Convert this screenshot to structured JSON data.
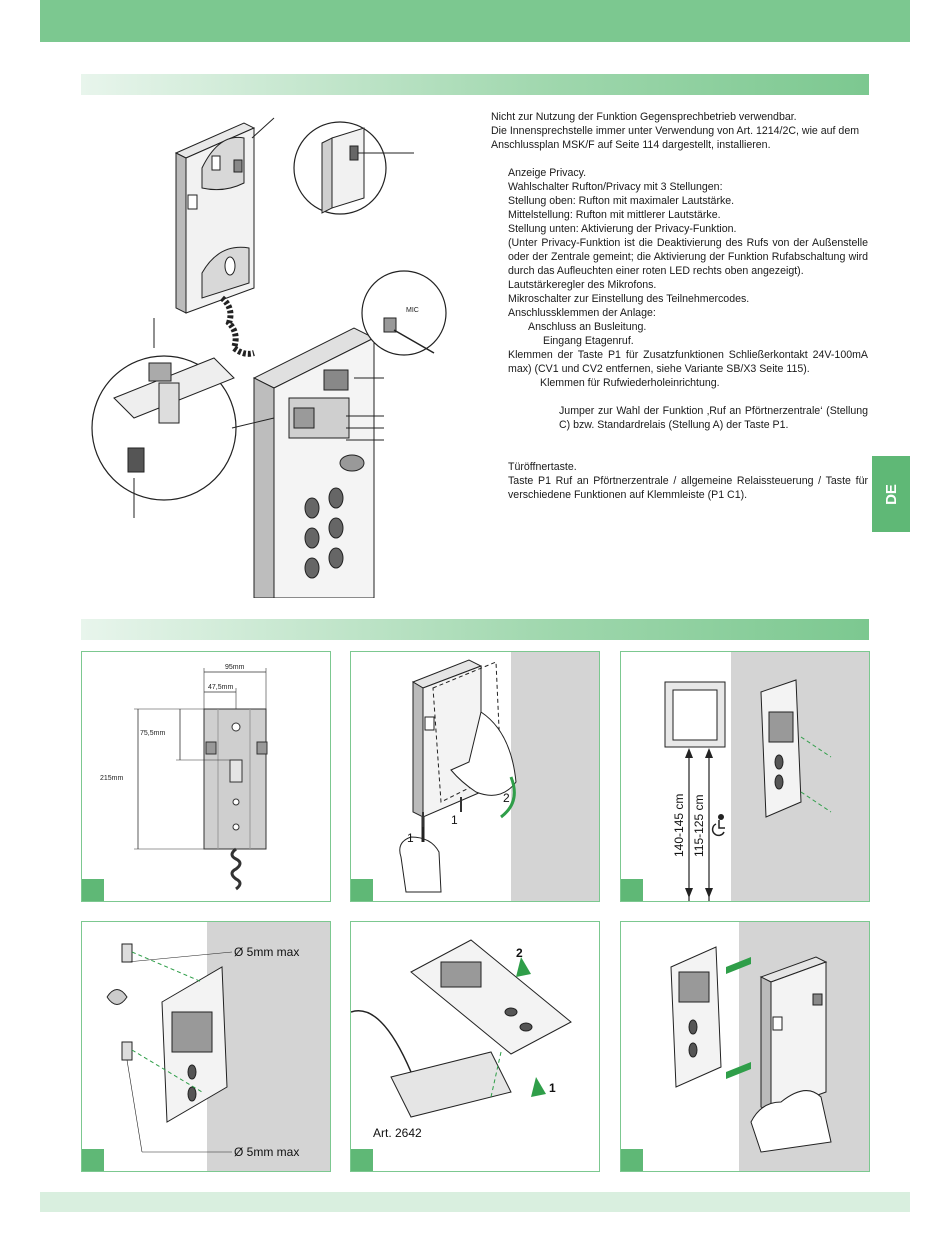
{
  "language_tab": "DE",
  "description": {
    "intro": [
      "Nicht zur Nutzung der Funktion Gegensprechbetrieb verwendbar.",
      "Die Innensprechstelle immer unter Verwendung von Art. 1214/2C, wie auf dem Anschlussplan MSK/F auf Seite 114 dargestellt, installieren."
    ],
    "items": [
      "Anzeige Privacy.",
      "Wahlschalter Rufton/Privacy mit 3 Stellungen:",
      "Stellung oben: Rufton mit maximaler Lautstärke.",
      "Mittelstellung: Rufton mit mittlerer Lautstärke.",
      "Stellung unten: Aktivierung der Privacy-Funktion.",
      "(Unter Privacy-Funktion ist die Deaktivierung des Rufs von der Außenstelle oder der Zentrale gemeint; die Aktivierung der Funktion Rufabschaltung wird durch das Aufleuchten einer roten LED rechts oben angezeigt).",
      "Lautstärkeregler des Mikrofons.",
      "Mikroschalter zur Einstellung des Teilnehmercodes.",
      "Anschlussklemmen der Anlage:",
      "Anschluss an Busleitung.",
      "Eingang Etagenruf.",
      "Klemmen der Taste P1 für Zusatzfunktionen Schließerkontakt 24V-100mA max) (CV1 und CV2 entfernen, siehe Variante SB/X3 Seite 115).",
      "Klemmen für Rufwiederholeinrichtung."
    ],
    "jumper": "Jumper zur Wahl der Funktion ‚Ruf an Pförtnerzentrale‘ (Stellung C) bzw. Standardrelais (Stellung A) der Taste P1.",
    "door_opener": "Türöffnertaste.",
    "p1_key": "Taste P1 Ruf an Pförtnerzentrale / allgemeine Relaissteuerung / Taste für verschiedene Funktionen auf Klemmleiste (P1 C1)."
  },
  "figure": {
    "mic_label": "MIC"
  },
  "installation": {
    "dimensions": {
      "width": "95mm",
      "half_width": "47,5mm",
      "upper": "75,5mm",
      "height": "215mm"
    },
    "removal_steps": [
      "1",
      "1",
      "2"
    ],
    "mounting_heights": [
      "140-145 cm",
      "115-125 cm"
    ],
    "drill_labels": [
      "Ø 5mm max",
      "Ø 5mm max"
    ],
    "table_mount": {
      "article": "Art. 2642",
      "steps": [
        "2",
        "1"
      ]
    }
  },
  "colors": {
    "brand_green": "#7cc890",
    "tab_green": "#5fb876",
    "wall_grey": "#d4d4d4"
  }
}
